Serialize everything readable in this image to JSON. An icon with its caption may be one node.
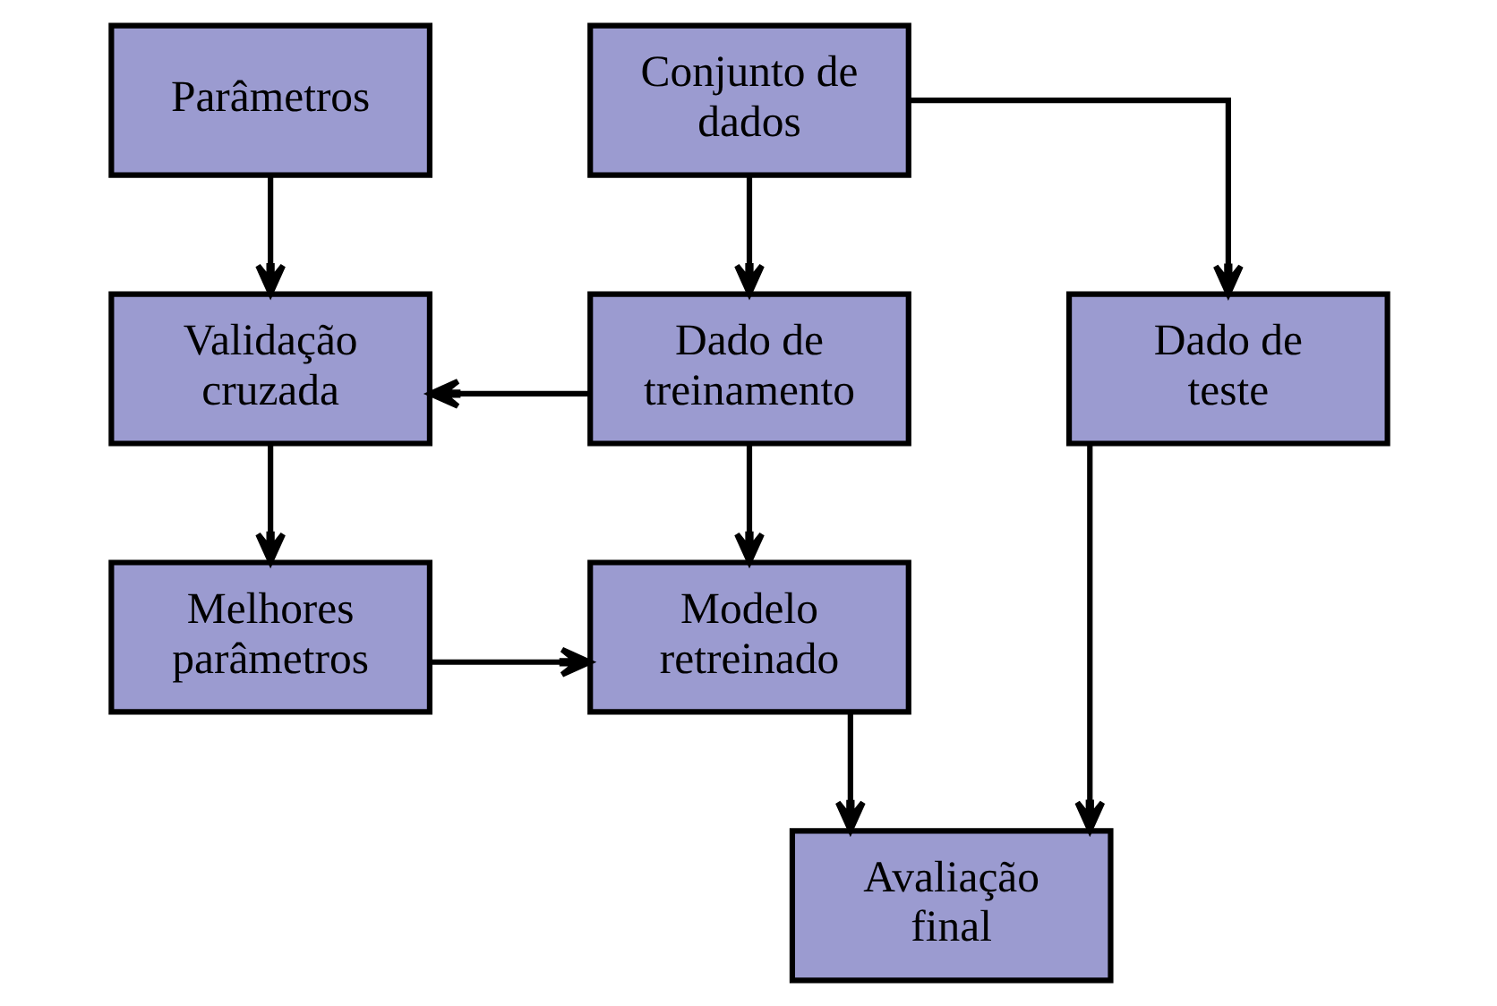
{
  "diagram": {
    "nodes": [
      {
        "text": [
          "Parâmetros"
        ]
      },
      {
        "text": [
          "Conjunto de dados"
        ]
      },
      {
        "text": [
          "Validação cruzada"
        ]
      },
      {
        "text": [
          "Dado de treinamento"
        ]
      },
      {
        "text": [
          "Dado de teste"
        ]
      },
      {
        "text": [
          "Melhores parâmetros"
        ]
      },
      {
        "text": [
          "Modelo retreinado"
        ]
      },
      {
        "text": [
          "Avaliação final"
        ]
      }
    ],
    "edges": [
      {
        "from": 0,
        "to": 2,
        "arrow": "to"
      },
      {
        "from": 1,
        "to": 3,
        "arrow": "to"
      },
      {
        "from": 1,
        "to": 4,
        "arrow": "to"
      },
      {
        "from": 3,
        "to": 2,
        "arrow": "to"
      },
      {
        "from": 2,
        "to": 5,
        "arrow": "to"
      },
      {
        "from": 3,
        "to": 6,
        "arrow": "to"
      },
      {
        "from": 5,
        "to": 6,
        "arrow": "to"
      },
      {
        "from": 6,
        "to": 7,
        "arrow": "to"
      },
      {
        "from": 4,
        "to": 7,
        "arrow": "to"
      }
    ]
  }
}
